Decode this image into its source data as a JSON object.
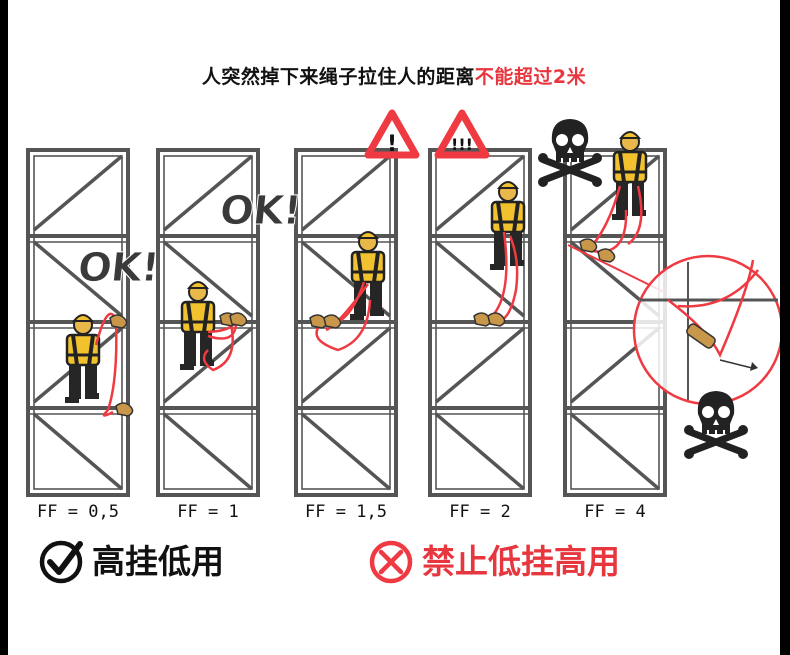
{
  "header": {
    "title_main": "人突然掉下来绳子拉住人的距离",
    "title_highlight": "不能超过2米"
  },
  "panels": [
    {
      "ff_label": "FF = 0,5"
    },
    {
      "ff_label": "FF = 1"
    },
    {
      "ff_label": "FF = 1,5"
    },
    {
      "ff_label": "FF = 2"
    },
    {
      "ff_label": "FF = 4"
    }
  ],
  "badges": {
    "ok_label": "OK!",
    "warning_single": "!",
    "warning_triple": "!!!"
  },
  "rules": {
    "good": "高挂低用",
    "bad": "禁止低挂高用"
  },
  "colors": {
    "accent_red": "#e8363e",
    "vest_yellow": "#f2c12e",
    "rope_red": "#ef3a42",
    "frame_gray": "#4a4a4a"
  }
}
